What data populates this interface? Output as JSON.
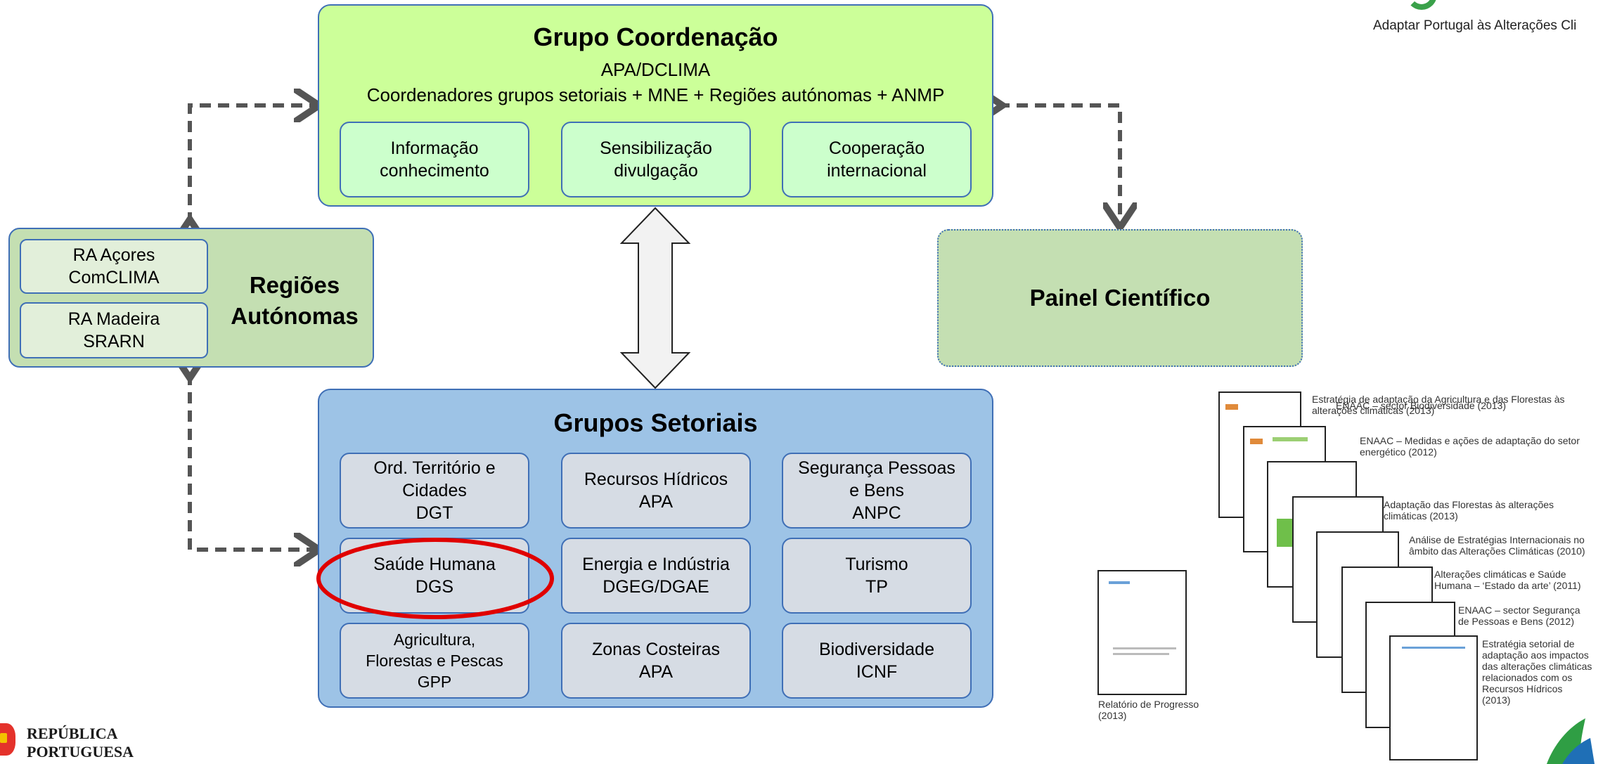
{
  "coordination": {
    "title": "Grupo Coordenação",
    "line1": "APA/DCLIMA",
    "line2": "Coordenadores grupos setoriais + MNE + Regiões autónomas + ANMP",
    "items": [
      {
        "l1": "Informação",
        "l2": "conhecimento"
      },
      {
        "l1": "Sensibilização",
        "l2": "divulgação"
      },
      {
        "l1": "Cooperação",
        "l2": "internacional"
      }
    ]
  },
  "regions": {
    "title_l1": "Regiões",
    "title_l2": "Autónomas",
    "items": [
      {
        "l1": "RA Açores",
        "l2": "ComCLIMA"
      },
      {
        "l1": "RA Madeira",
        "l2": "SRARN"
      }
    ]
  },
  "panel": {
    "title": "Painel Científico"
  },
  "sectoral": {
    "title": "Grupos Setoriais",
    "items": [
      {
        "l1": "Ord. Território e",
        "l2": "Cidades",
        "l3": "DGT"
      },
      {
        "l1": "Recursos Hídricos",
        "l2": "APA",
        "l3": ""
      },
      {
        "l1": "Segurança Pessoas",
        "l2": "e Bens",
        "l3": "ANPC"
      },
      {
        "l1": "Saúde Humana",
        "l2": "DGS",
        "l3": ""
      },
      {
        "l1": "Energia e Indústria",
        "l2": "DGEG/DGAE",
        "l3": ""
      },
      {
        "l1": "Turismo",
        "l2": "TP",
        "l3": ""
      },
      {
        "l1": "Agricultura,",
        "l2": "Florestas e Pescas",
        "l3": "GPP"
      },
      {
        "l1": "Zonas Costeiras",
        "l2": "APA",
        "l3": ""
      },
      {
        "l1": "Biodiversidade",
        "l2": "ICNF",
        "l3": ""
      }
    ]
  },
  "documents": {
    "progress_l1": "Relatório de Progresso",
    "progress_l2": "(2013)",
    "captions": [
      {
        "l1": "Estratégia de adaptação da Agricultura e das Florestas às",
        "l2": "alterações climáticas (2013)"
      },
      {
        "l1": "ENAAC – sector Biodiversidade (2013)",
        "l2": ""
      },
      {
        "l1": "ENAAC – Medidas e ações de adaptação do setor",
        "l2": "energético (2012)"
      },
      {
        "l1": "Adaptação das Florestas às alterações",
        "l2": "climáticas (2013)"
      },
      {
        "l1": "Análise de Estratégias Internacionais no",
        "l2": "âmbito das Alterações Climáticas (2010)"
      },
      {
        "l1": "Alterações climáticas e Saúde",
        "l2": "Humana – ‘Estado da arte’ (2011)"
      },
      {
        "l1": "ENAAC – sector  Segurança",
        "l2": "de Pessoas e Bens (2012)"
      }
    ],
    "hydro_caption": [
      "Estratégia setorial de",
      "adaptação aos impactos",
      "das alterações climáticas",
      "relacionados com os",
      "Recursos Hídricos",
      "(2013)"
    ]
  },
  "branding": {
    "tagline": "Adaptar Portugal às Alterações Cli",
    "gov_l1": "REPÚBLICA",
    "gov_l2": "PORTUGUESA"
  },
  "colors": {
    "coordination_fill": "#ccff99",
    "regions_fill": "#c4dfb2",
    "sectoral_fill": "#9dc3e6",
    "highlight": "#e00000"
  }
}
